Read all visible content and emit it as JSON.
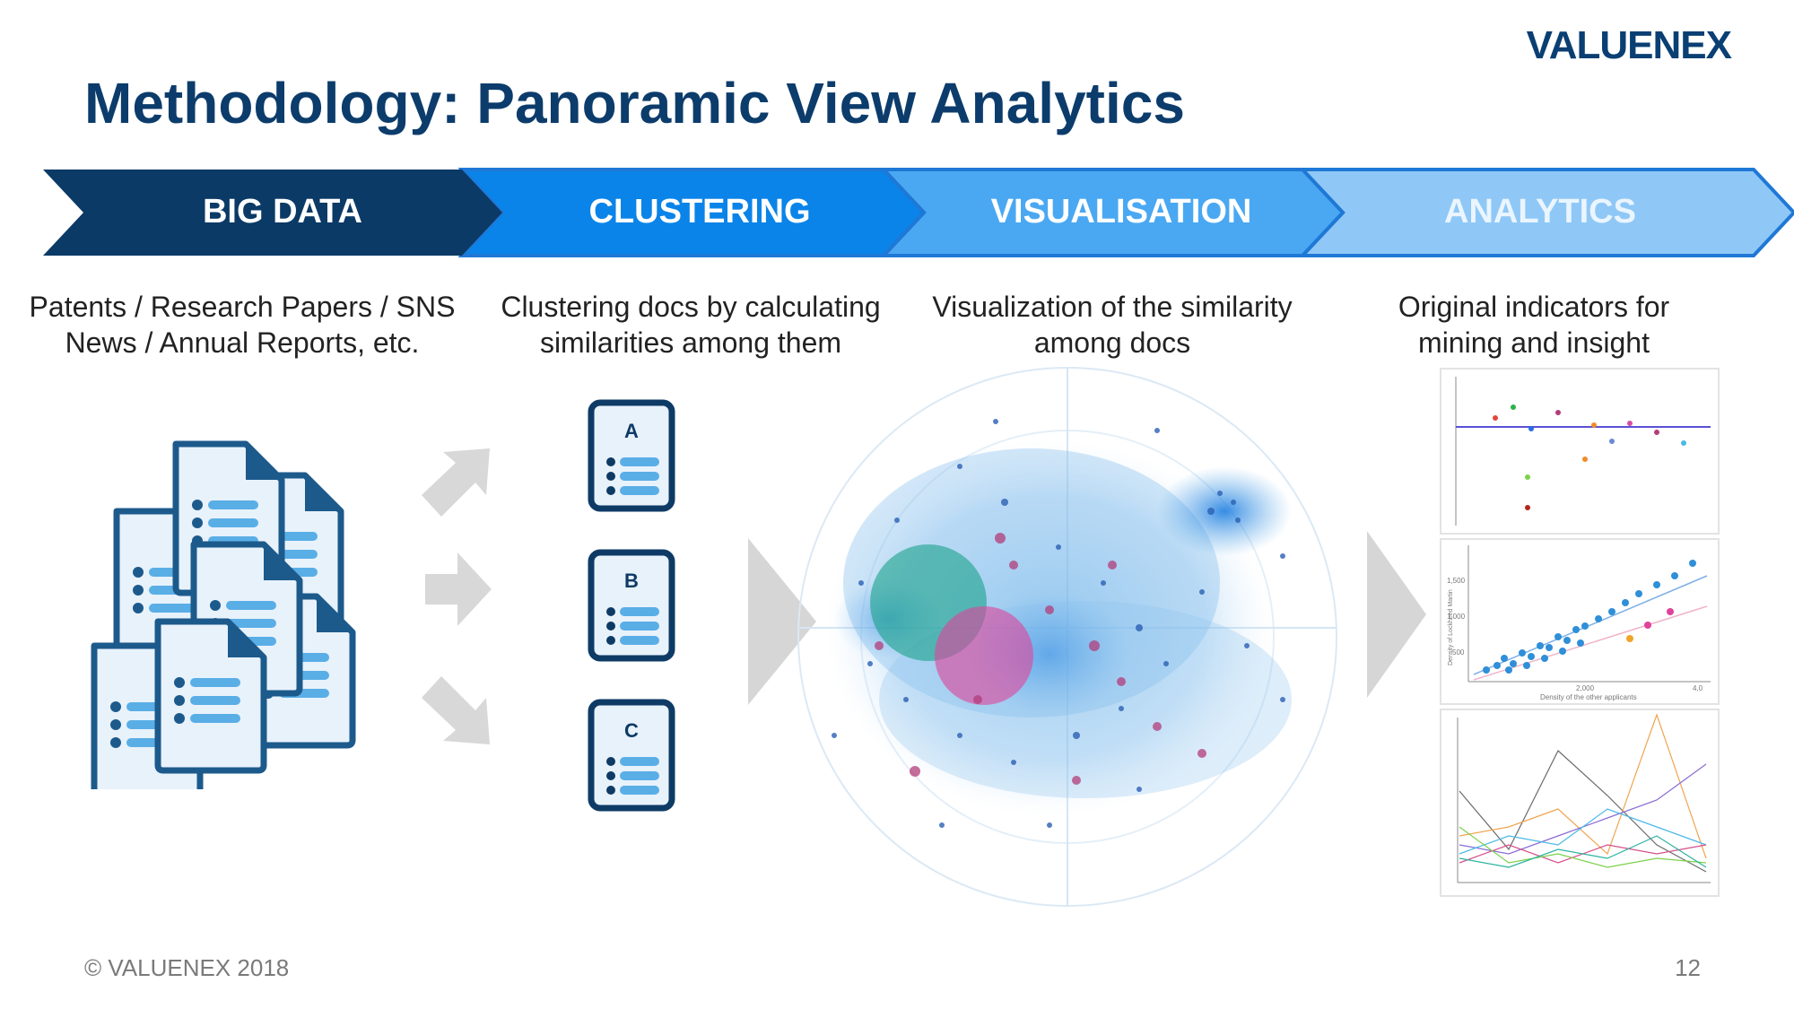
{
  "brand": {
    "logo_text": "VALUENEX"
  },
  "slide": {
    "title": "Methodology: Panoramic View Analytics",
    "page_number": "12",
    "copyright": "© VALUENEX 2018"
  },
  "process_steps": [
    {
      "label": "BIG DATA",
      "color": "#0b3a66",
      "description_lines": [
        "Patents / Research Papers / SNS",
        "News / Annual Reports, etc."
      ]
    },
    {
      "label": "CLUSTERING",
      "color": "#0a84e8",
      "description_lines": [
        "Clustering docs by calculating",
        "similarities among them"
      ]
    },
    {
      "label": "VISUALISATION",
      "color": "#4aa8f2",
      "description_lines": [
        "Visualization of the similarity",
        "among docs"
      ]
    },
    {
      "label": "ANALYTICS",
      "color": "#8fc8f6",
      "description_lines": [
        "Original indicators for",
        "mining and insight"
      ]
    }
  ],
  "cluster_cards": [
    {
      "letter": "A"
    },
    {
      "letter": "B"
    },
    {
      "letter": "C"
    }
  ],
  "icons": {
    "document_stack": "document-stack-icon",
    "arrow": "arrow-icon",
    "triangle": "play-triangle-icon"
  },
  "mini_chart_labels": {
    "scatter_xlabel": "Density of the other applicants",
    "scatter_ylabel": "Density of Lockheed Martin",
    "scatter_yticks": [
      "1,500",
      "1,000",
      "500"
    ],
    "scatter_xticks": [
      "2,000",
      "4,0"
    ]
  }
}
